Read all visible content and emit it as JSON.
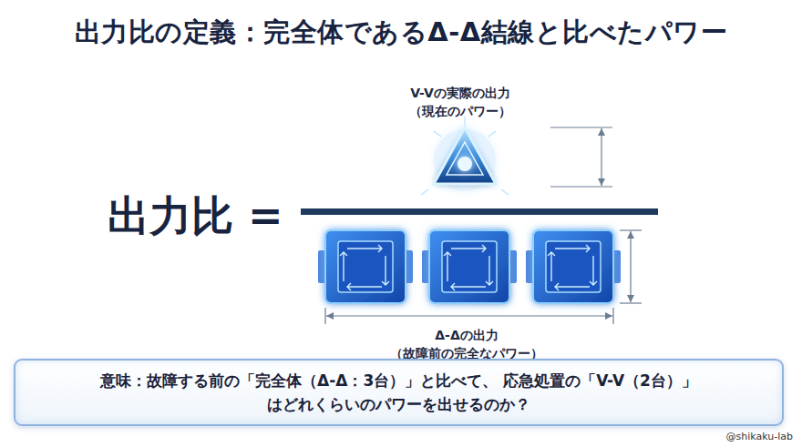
{
  "diagram": {
    "title": "出力比の定義：完全体であるΔ-Δ結線と比べたパワー",
    "nodes": [
      {
        "text": [
          "意味：故障する前の「完全体（Δ-Δ：3台）」と比べて、 応急処置の「V-V（2台）」はどれくらいのパワーを出せるのか？"
        ]
      }
    ],
    "labels": [
      "出力比 =",
      "V-Vの実際の出力",
      "（現在のパワー）",
      "Δ-Δの出力",
      "（故障前の完全なパワー）",
      "@shikaku-lab"
    ]
  }
}
